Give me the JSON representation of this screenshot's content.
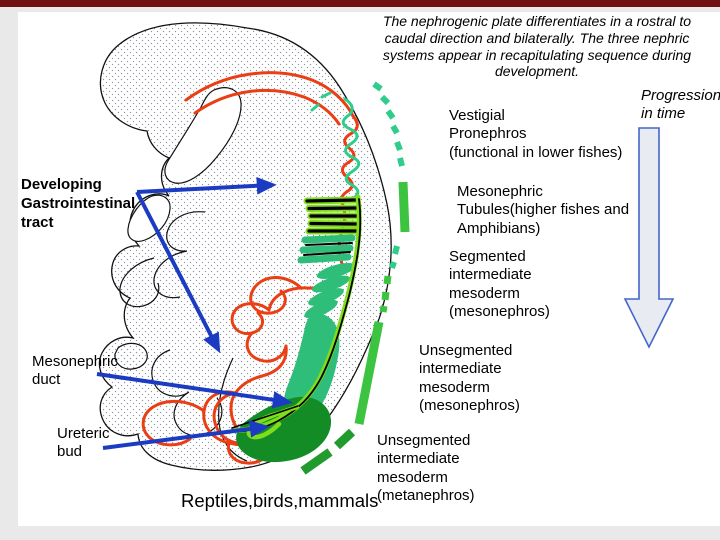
{
  "slide": {
    "note": "The nephrogenic plate differentiates in a rostral to\ncaudal direction and bilaterally. The three nephric\nsystems appear in recapitulating sequence during\ndevelopment.",
    "progression": "Progression\nin time",
    "caption": "Reptiles,birds,mammals"
  },
  "labels": {
    "developing_gi_tract": "Developing\nGastrointestinal\ntract",
    "mesonephric_duct": "Mesonephric\nduct",
    "ureteric_bud": "Ureteric\nbud",
    "vestigial_pronephros": "Vestigial\nPronephros\n(functional in lower fishes)",
    "mesonephric_tubules": "Mesonephric\nTubules(higher fishes and\nAmphibians)",
    "segmented_intermediate": "Segmented\nintermediate\nmesoderm\n(mesonephros)",
    "unsegmented_mesonephros": "Unsegmented\nintermediate\nmesoderm\n(mesonephros)",
    "unsegmented_metanephros": "Unsegmented\nintermediate\nmesoderm\n(metanephros)"
  },
  "icons": {
    "progression_arrow": "down-block-arrow",
    "pointer_arrows": "blue-leader-arrows"
  },
  "colors": {
    "pagebg": "#e9e9e9",
    "slidebg": "#ffffff",
    "maroon": "#701010",
    "ink": "#000000",
    "orange": "#ea3e14",
    "mint": "#2fcd8c",
    "chartreuse": "#80dd1c",
    "seagreen": "#2fbe7a",
    "darkgreen": "#148c26",
    "brightgreen": "#3cc441",
    "darkbar": "#219b2d",
    "blue": "#1b3bc2",
    "arrowfill": "#e9ebf3",
    "arrowstroke": "#4466c8",
    "stipple": "#8892a4"
  }
}
